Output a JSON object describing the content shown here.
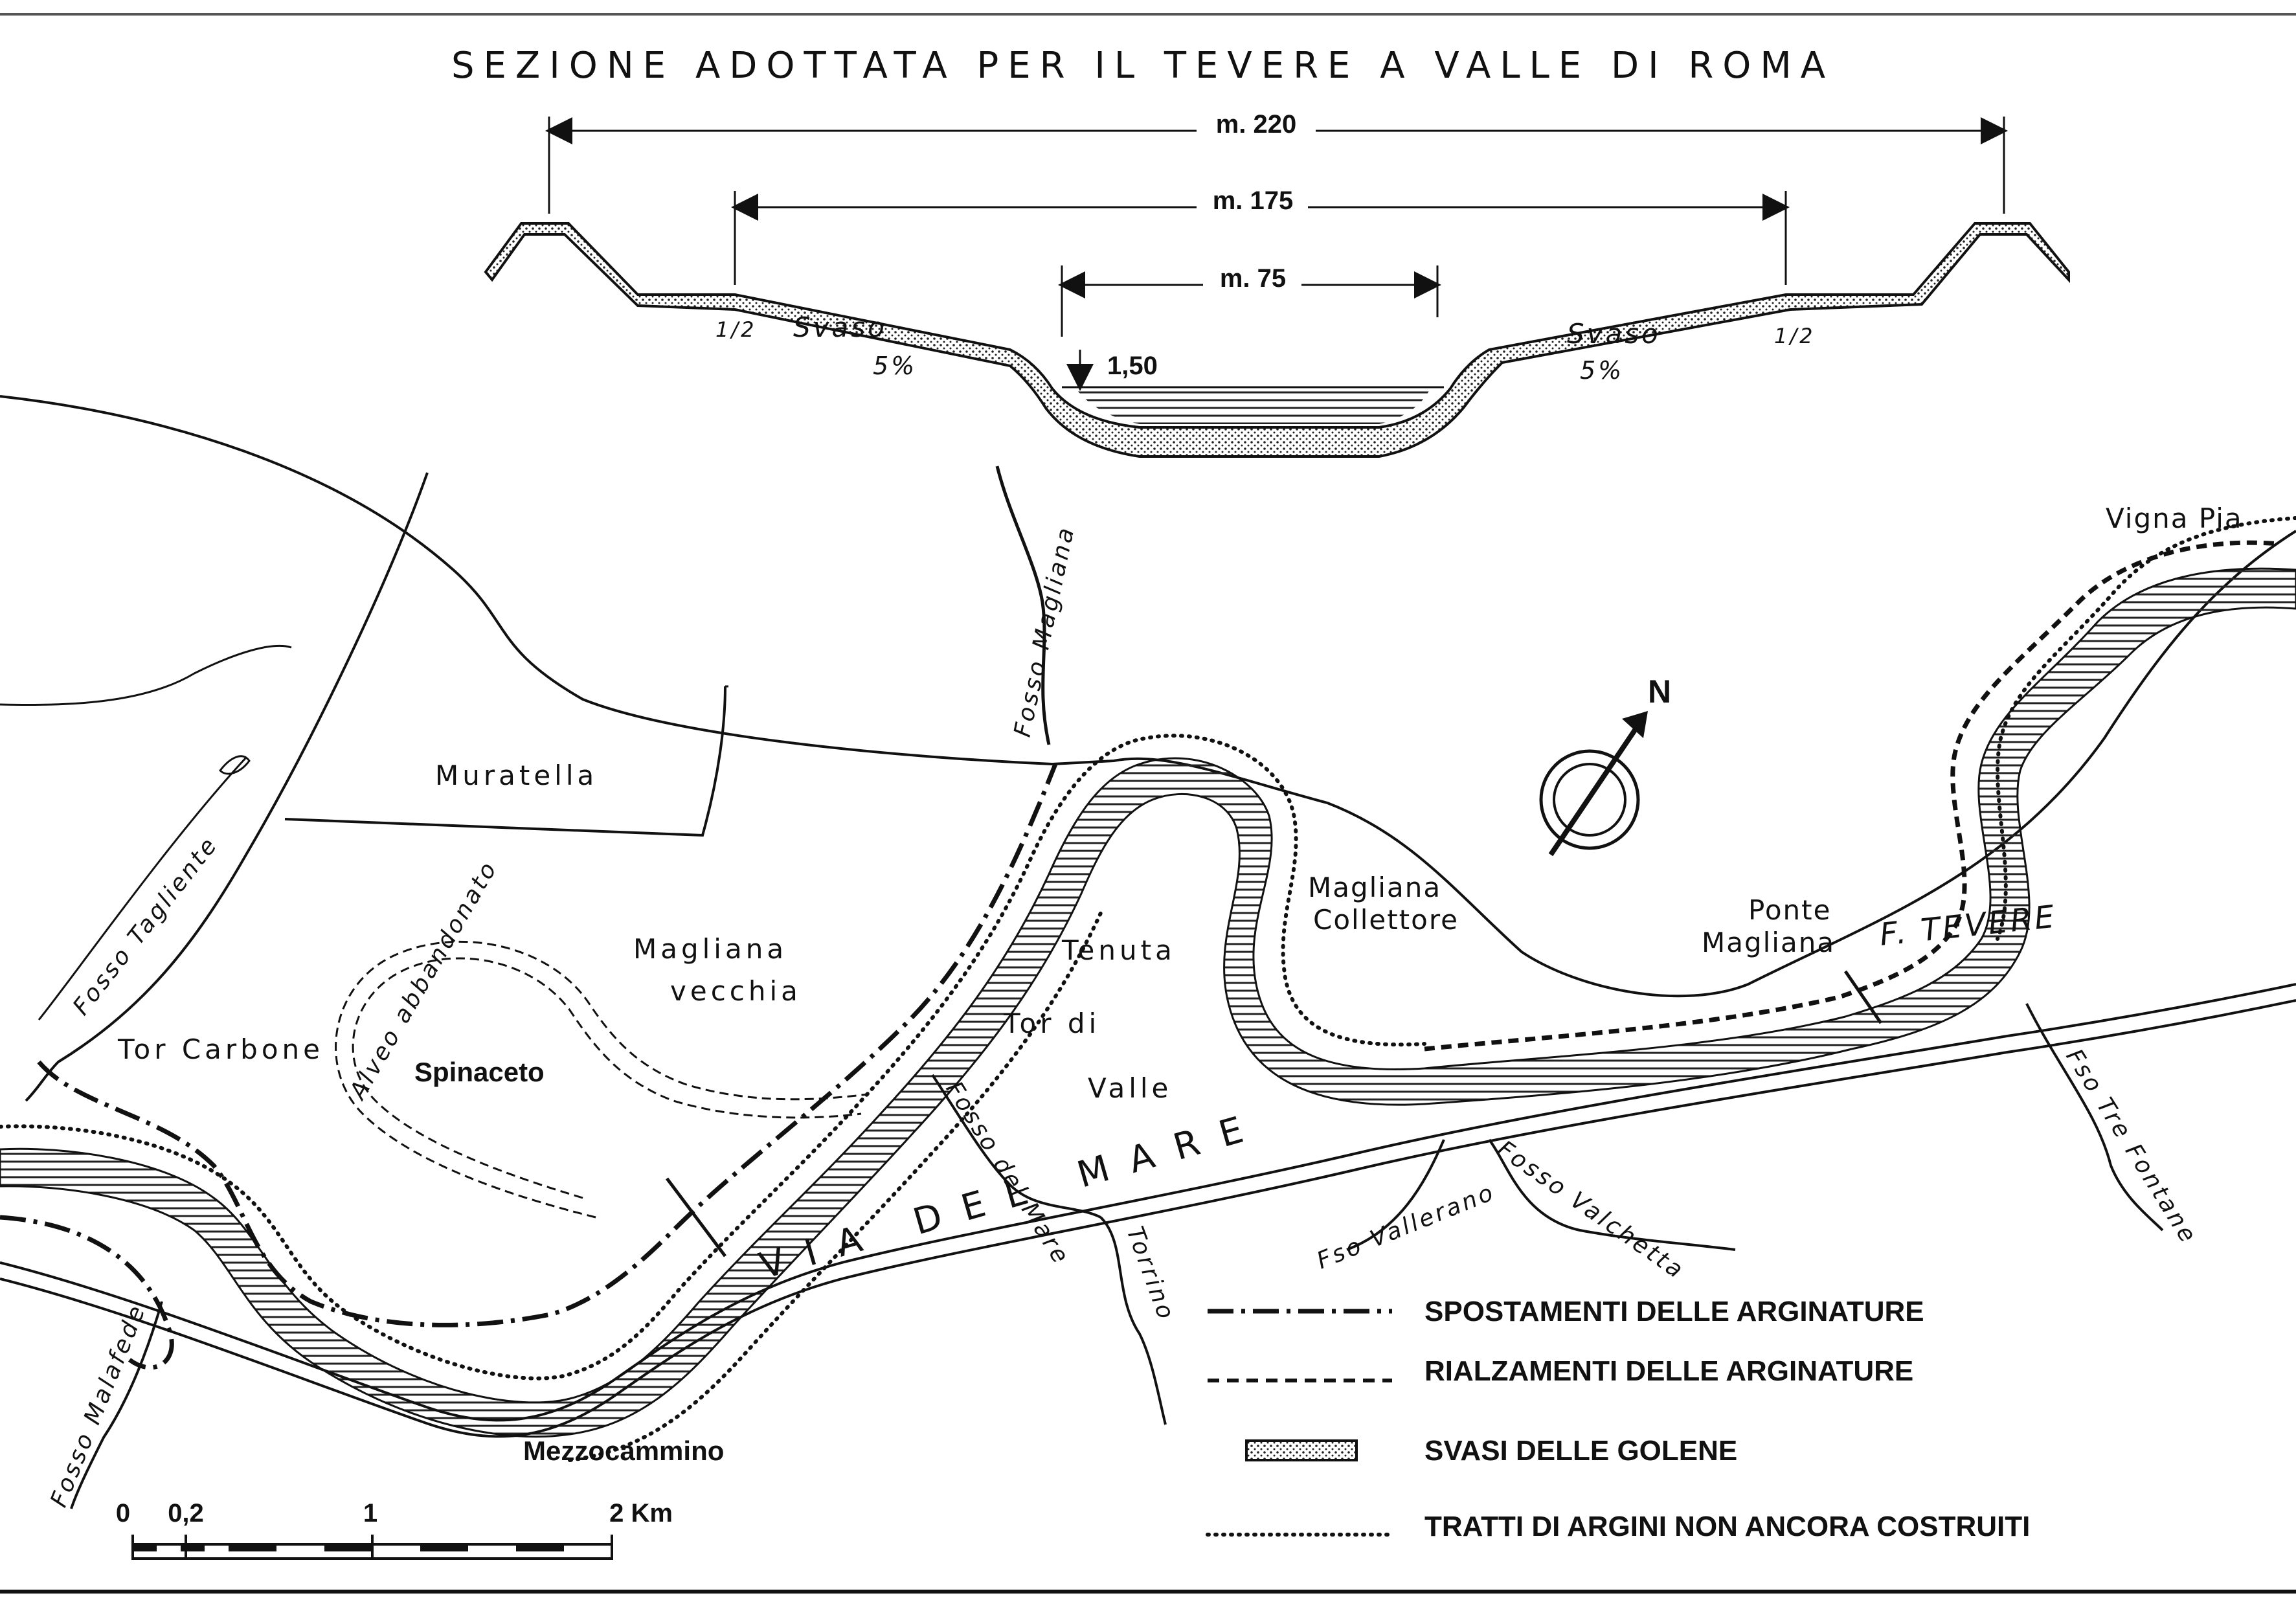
{
  "section": {
    "title": "SEZIONE ADOTTATA PER IL TEVERE A VALLE DI ROMA",
    "dim_outer": "m. 220",
    "dim_middle": "m. 175",
    "dim_inner": "m. 75",
    "depth": "1,50",
    "svaso_label": "Svaso",
    "slope_label": "5%",
    "bank_slope": "1/2"
  },
  "map": {
    "places": {
      "muratella": "Muratella",
      "magliana_vecchia_1": "Magliana",
      "magliana_vecchia_2": "vecchia",
      "tor_carbone": "Tor Carbone",
      "spinaceto": "Spinaceto",
      "tenuta": "Tenuta",
      "tor_di": "Tor di",
      "valle": "Valle",
      "magliana_collettore_1": "Magliana",
      "magliana_collettore_2": "Collettore",
      "ponte_magliana_1": "Ponte",
      "ponte_magliana_2": "Magliana",
      "vigna_pia": "Vigna Pia",
      "mezzocammino": "Mezzocammino",
      "north": "N"
    },
    "river": "F. TEVERE",
    "road": "VIA DEL MARE",
    "streams": {
      "fosso_magliana": "Fosso Magliana",
      "fosso_tagliente": "Fosso Tagliente",
      "alveo_abbandonato": "Alveo abbandonato",
      "fosso_del_mare": "Fosso del Mare",
      "torrino": "Torrino",
      "vallerano": "Fso Vallerano",
      "valchetta": "Fosso Valchetta",
      "tre_fontane": "Fso Tre Fontane",
      "malafede": "Fosso Malafede"
    }
  },
  "legend": [
    {
      "label": "SPOSTAMENTI DELLE ARGINATURE",
      "symbol": "dash-dot-line"
    },
    {
      "label": "RIALZAMENTI DELLE ARGINATURE",
      "symbol": "dashed-line"
    },
    {
      "label": "SVASI DELLE GOLENE",
      "symbol": "dotted-box"
    },
    {
      "label": "TRATTI DI ARGINI NON ANCORA COSTRUITI",
      "symbol": "dotted-line"
    }
  ],
  "scale_bar": {
    "labels": [
      "0",
      "0,2",
      "1",
      "2 Km"
    ]
  },
  "colors": {
    "ink": "#111111",
    "paper": "#ffffff"
  }
}
